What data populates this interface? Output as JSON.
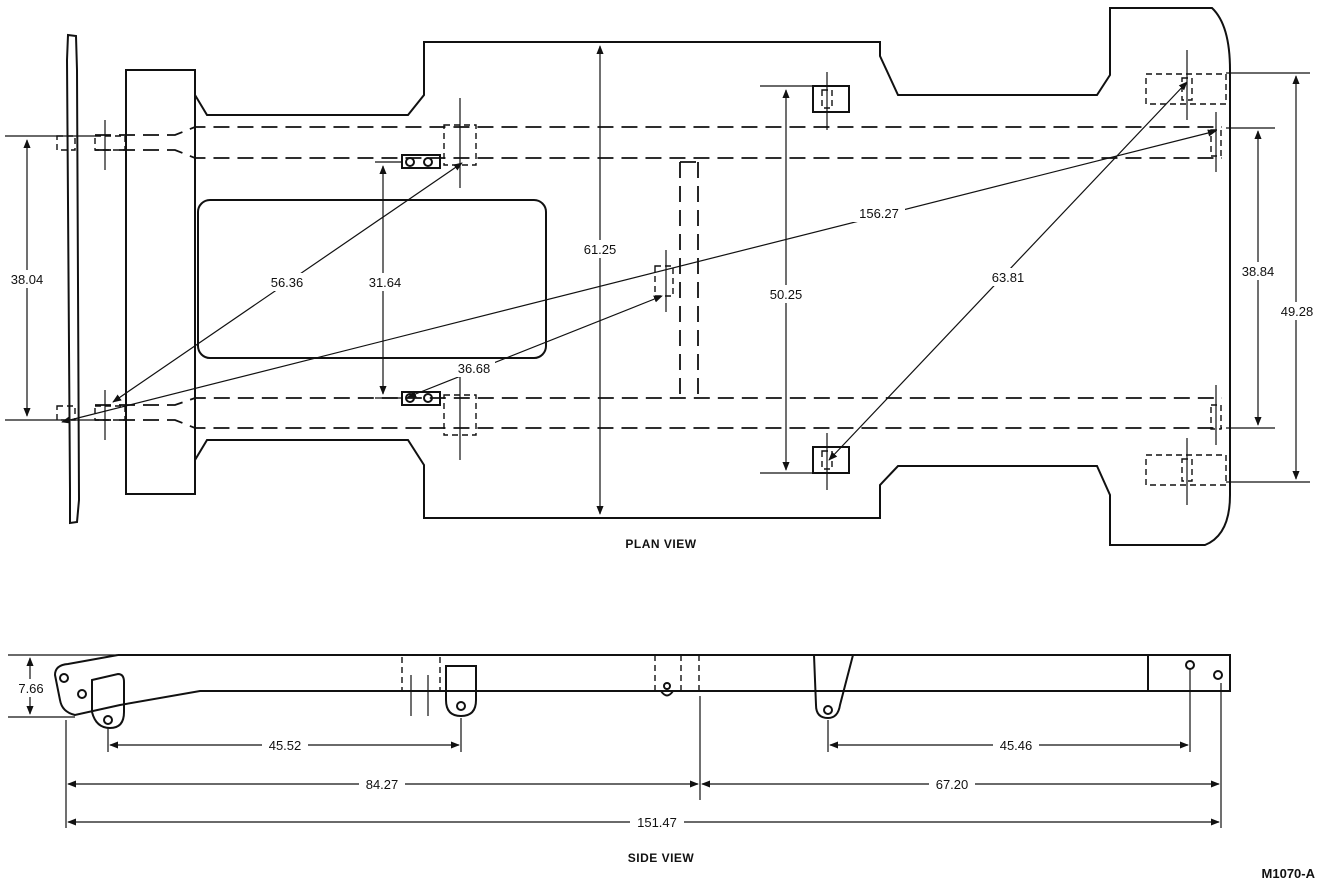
{
  "views": {
    "plan_label": "PLAN VIEW",
    "side_label": "SIDE VIEW"
  },
  "figure_code": "M1070-A",
  "plan_dimensions": {
    "front_width": "38.04",
    "diag_front_to_mid_mount": "56.36",
    "mid_mount_spacing": "31.64",
    "overall_width": "61.25",
    "mid_to_crossmember": "36.68",
    "main_diagonal": "156.27",
    "rear_mount_spacing": "50.25",
    "rear_diagonal": "63.81",
    "rear_rail_width": "38.84",
    "rear_overall": "49.28"
  },
  "side_dimensions": {
    "height": "7.66",
    "front_mount_span": "45.52",
    "rear_mount_span": "45.46",
    "front_to_center": "84.27",
    "center_to_rear": "67.20",
    "overall_length": "151.47"
  }
}
